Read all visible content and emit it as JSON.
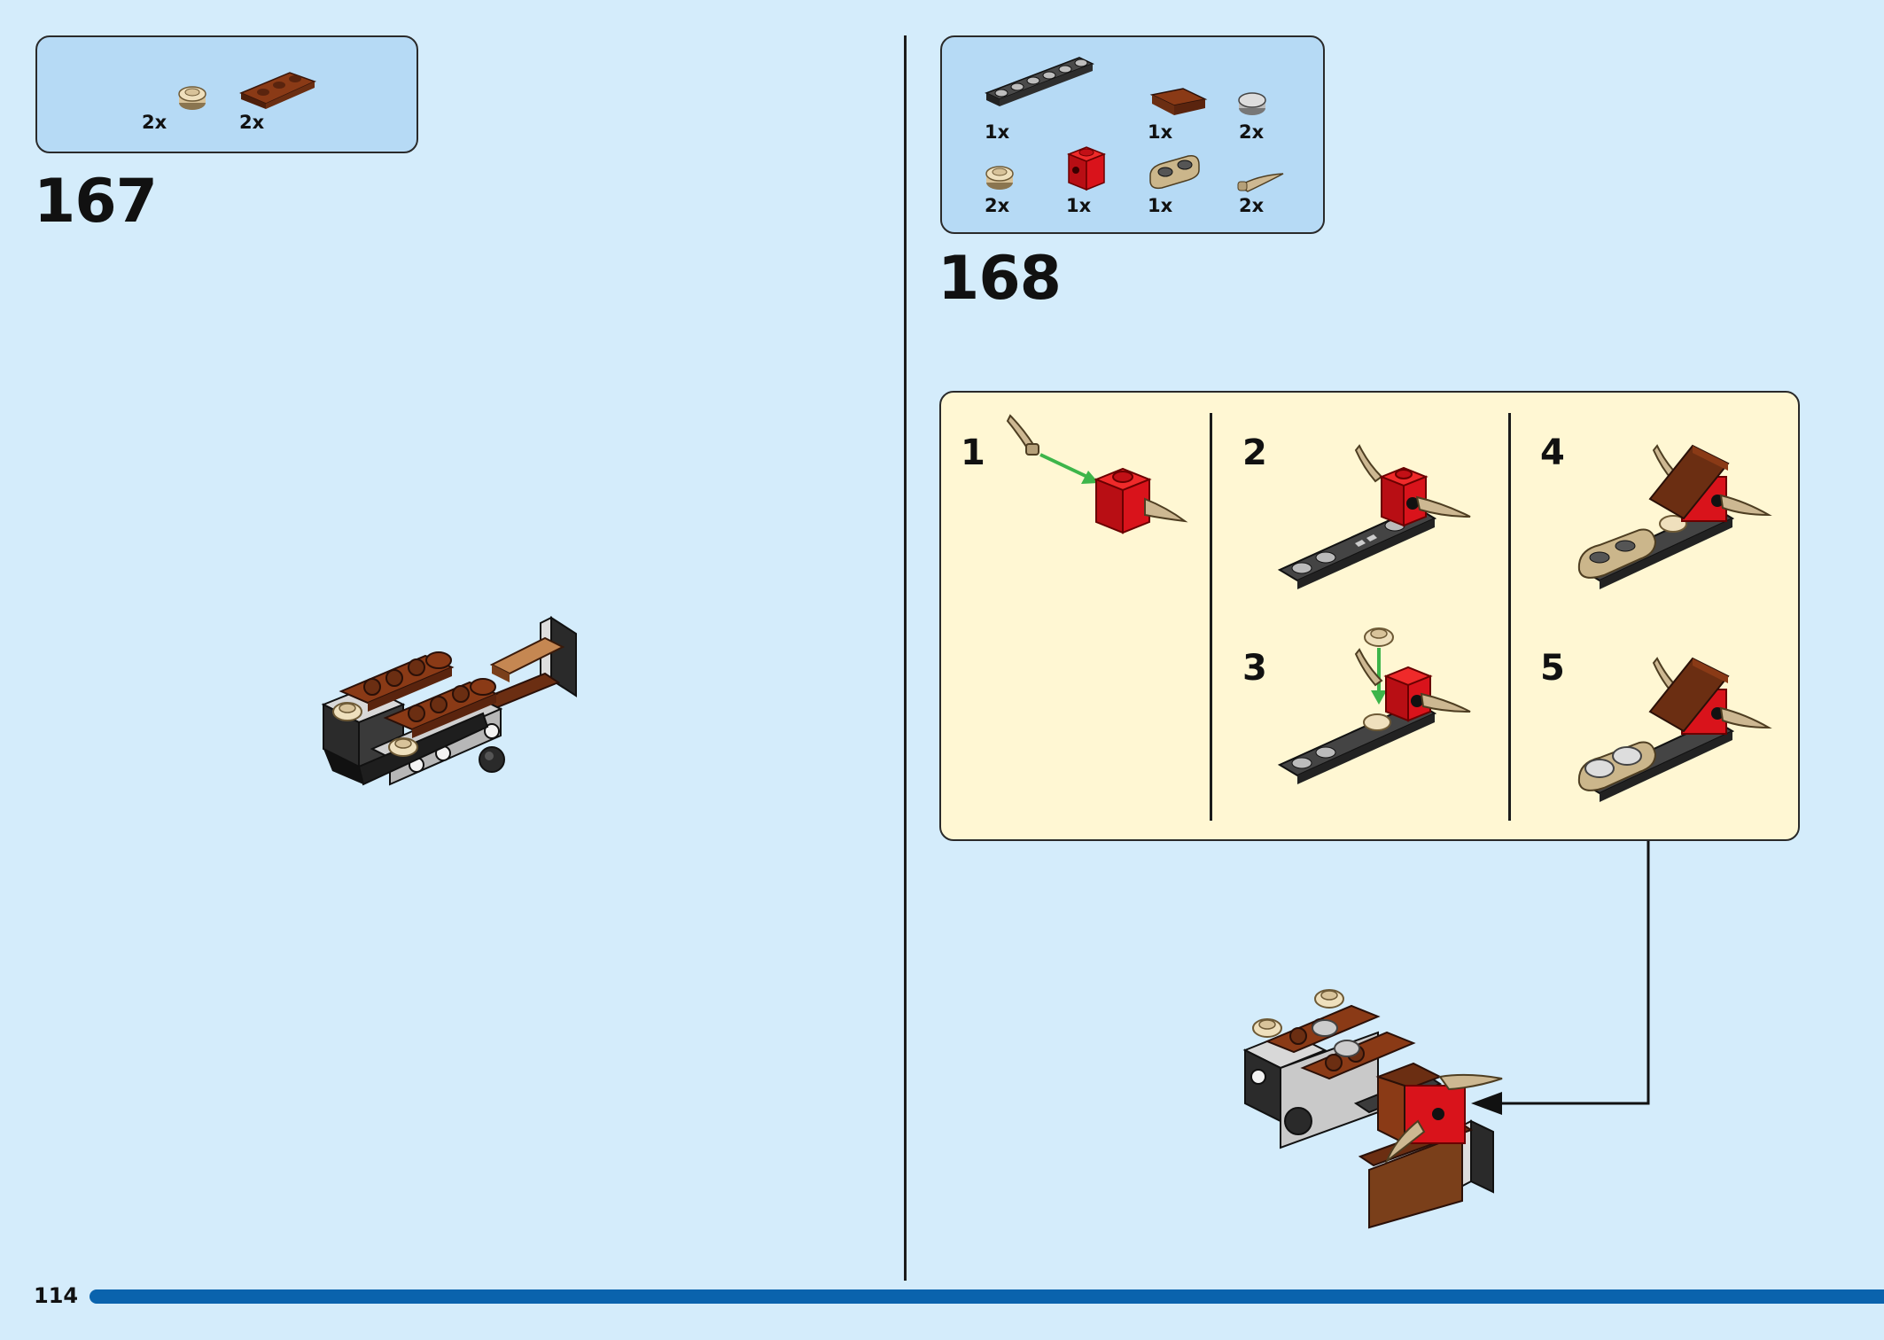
{
  "step167": {
    "number": "167",
    "parts": [
      {
        "name": "round-tile-tan",
        "qty": "2x"
      },
      {
        "name": "hinge-plate-brown",
        "qty": "2x"
      }
    ]
  },
  "step168": {
    "number": "168",
    "parts": [
      {
        "name": "plate-1x6-dark-grey",
        "qty": "1x"
      },
      {
        "name": "slope-brown",
        "qty": "1x"
      },
      {
        "name": "round-tile-grey",
        "qty": "2x"
      },
      {
        "name": "round-tile-tan",
        "qty": "2x"
      },
      {
        "name": "brick-1x1-red",
        "qty": "1x"
      },
      {
        "name": "plate-tan-rounded",
        "qty": "1x"
      },
      {
        "name": "horn-tan",
        "qty": "2x"
      }
    ],
    "substeps": [
      "1",
      "2",
      "3",
      "4",
      "5"
    ]
  },
  "page": {
    "number": "114"
  },
  "colors": {
    "background": "#d4ecfb",
    "parts_box": "#b6daf5",
    "substep_panel": "#fff7d3",
    "page_bar": "#0a63ad",
    "arrow_green": "#3db54a",
    "brick_red": "#d9131b",
    "brown": "#6b2e12",
    "tan": "#d8c39a",
    "dark_grey": "#3b3b3b"
  }
}
